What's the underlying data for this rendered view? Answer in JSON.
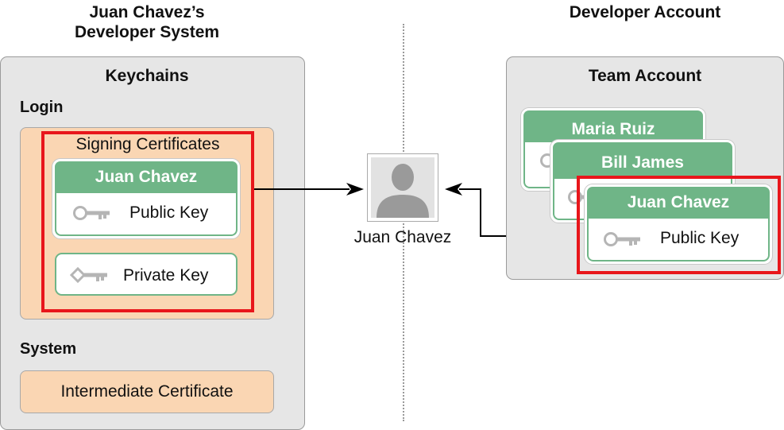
{
  "left_heading": [
    "Juan Chavez’s",
    "Developer System"
  ],
  "right_heading": "Developer Account",
  "keychains": {
    "title": "Keychains",
    "login_label": "Login",
    "signing_title": "Signing Certificates",
    "cert_name": "Juan Chavez",
    "public_key": "Public Key",
    "private_key": "Private Key",
    "system_label": "System",
    "intermediate": "Intermediate Certificate"
  },
  "center_person": {
    "name": "Juan Chavez",
    "icon": "person-silhouette-icon"
  },
  "team": {
    "title": "Team Account",
    "members": [
      "Maria Ruiz",
      "Bill James",
      "Juan Chavez"
    ],
    "public_key": "Public Key"
  },
  "colors": {
    "panel": "#e6e6e6",
    "peach": "#fad6b3",
    "green": "#6fb587",
    "highlight_red": "#e8161b"
  }
}
